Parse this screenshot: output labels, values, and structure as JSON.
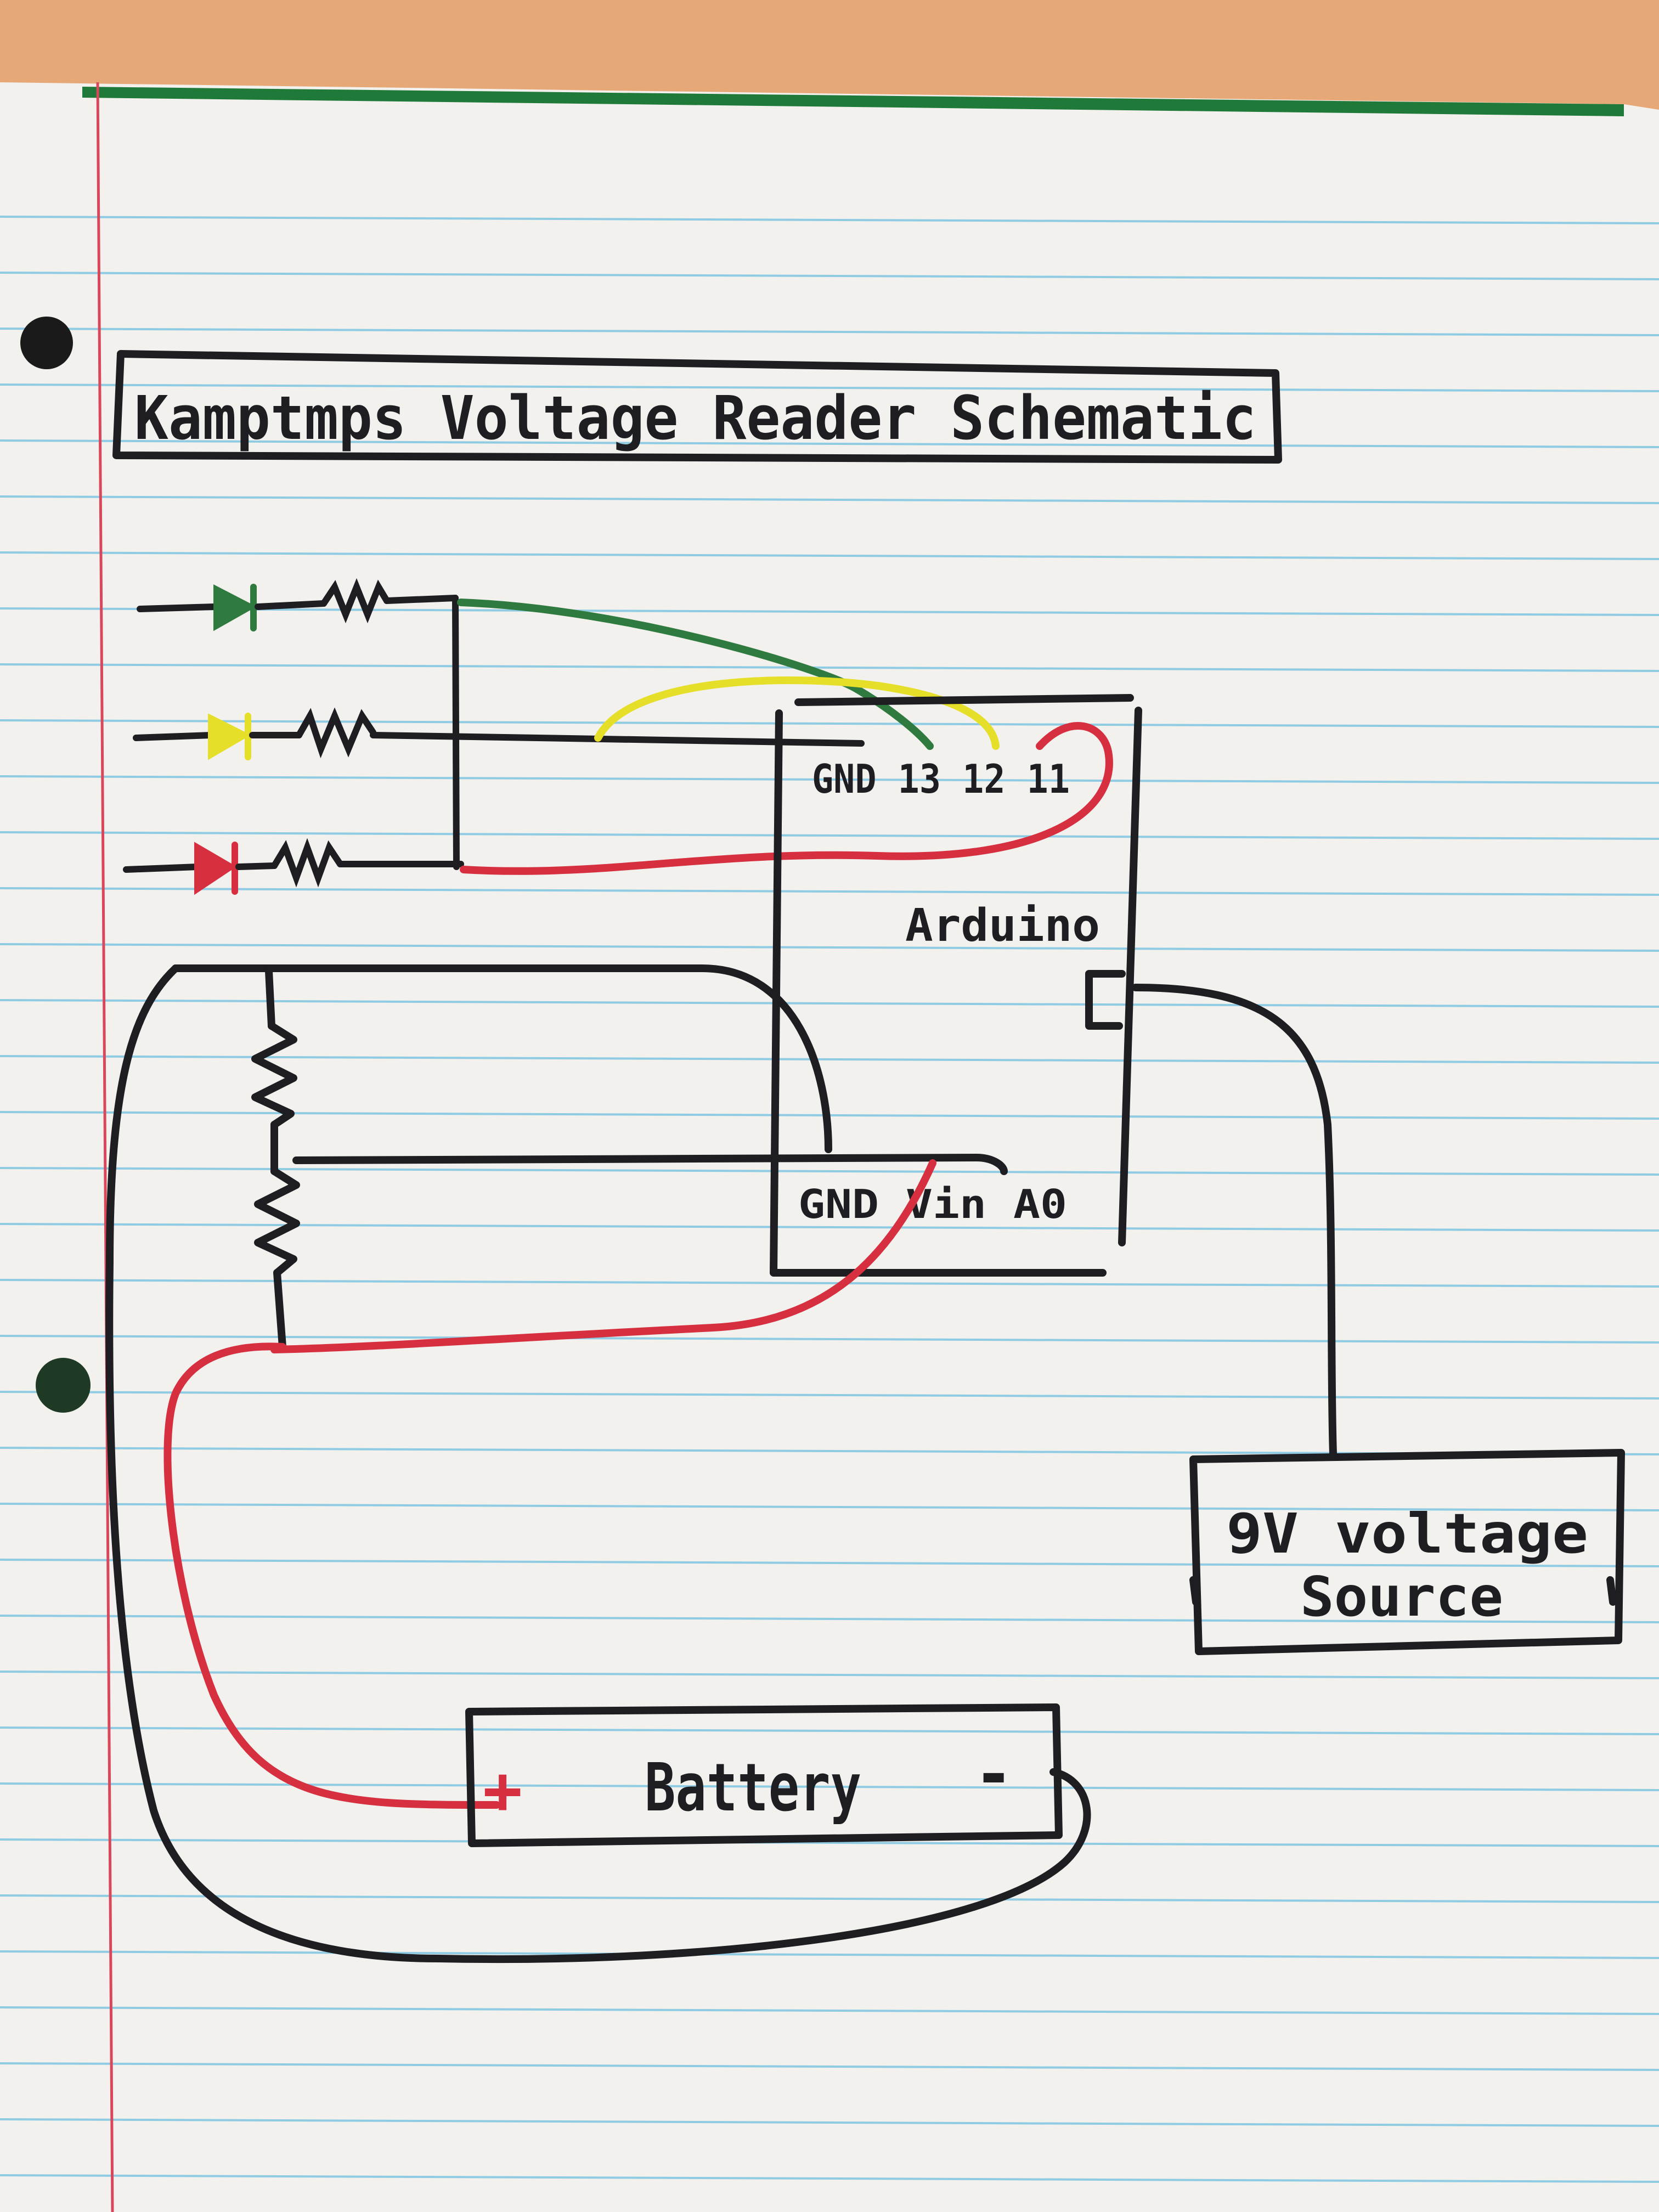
{
  "title": "Kamptmps Voltage Reader Schematic",
  "arduino": {
    "label": "Arduino",
    "top_pins": "GND 13 12 11",
    "bottom_pins": "GND Vin A0"
  },
  "source": {
    "line1": "9V voltage",
    "line2": "Source"
  },
  "battery": {
    "label": "Battery",
    "plus": "+",
    "minus": "-"
  },
  "colors": {
    "ink": "#1e1e22",
    "led_green": "#2f7a3e",
    "led_yellow": "#e6df2a",
    "led_red": "#d63040",
    "paper": "#f3f1ee",
    "rule_blue": "#8fcbe2",
    "margin_red": "#d8485a",
    "binding_green": "#1f7a3a",
    "desk": "#e6a877"
  }
}
